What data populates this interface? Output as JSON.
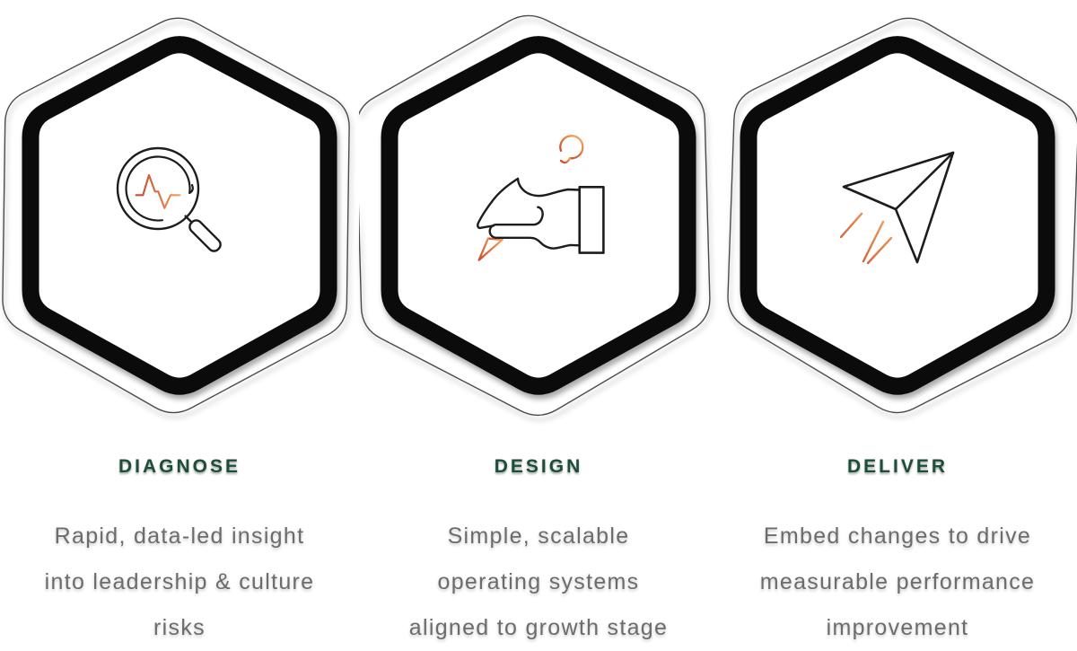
{
  "page": {
    "background": "#ffffff",
    "section_name": "three-step process infographic"
  },
  "colors": {
    "hexagon_border": "#0b0b0b",
    "hexagon_fill": "#ffffff",
    "hexagon_outline": "#4a4a4a",
    "icon_stroke": "#1d1d1d",
    "accent_orange_dark": "#cf4f2e",
    "accent_orange_light": "#f2a55d",
    "heading_green": "#1b4f3a",
    "body_text_gray": "#6c6c6c"
  },
  "cards": [
    {
      "title": "DIAGNOSE",
      "icon": "magnifier-pulse-icon",
      "description_lines": [
        "Rapid, data-led insight",
        "into leadership & culture",
        "risks"
      ]
    },
    {
      "title": "DESIGN",
      "icon": "hand-pen-icon",
      "description_lines": [
        "Simple, scalable",
        "operating systems",
        "aligned to growth stage"
      ]
    },
    {
      "title": "DELIVER",
      "icon": "paper-plane-icon",
      "description_lines": [
        "Embed changes to drive",
        "measurable performance",
        "improvement"
      ]
    }
  ]
}
